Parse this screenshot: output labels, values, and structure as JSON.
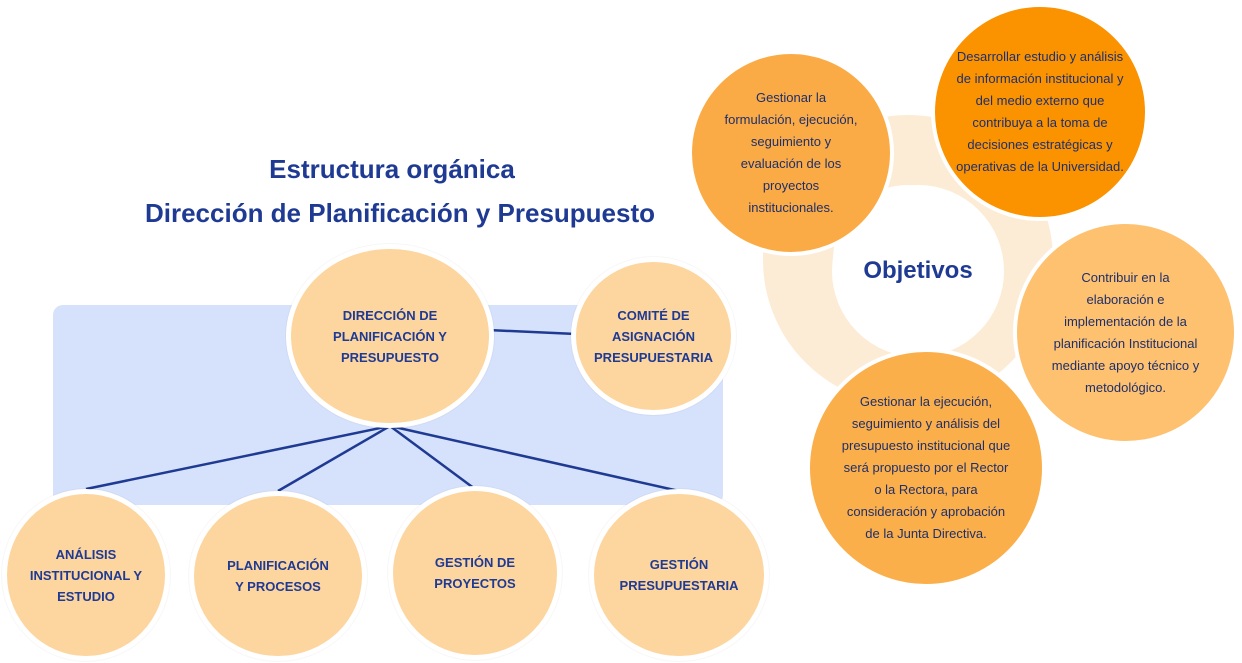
{
  "title": {
    "line1": "Estructura orgánica",
    "line2": "Dirección de Planificación y Presupuesto"
  },
  "org": {
    "main": "DIRECCIÓN DE PLANIFICACIÓN Y PRESUPUESTO",
    "committee": "COMITÉ DE ASIGNACIÓN PRESUPUESTARIA",
    "units": [
      "ANÁLISIS INSTITUCIONAL Y ESTUDIO",
      "PLANIFICACIÓN Y PROCESOS",
      "GESTIÓN DE PROYECTOS",
      "GESTIÓN PRESUPUESTARIA"
    ]
  },
  "objectives": {
    "label": "Objetivos",
    "items": [
      "Gestionar la formulación, ejecución, seguimiento y evaluación de los proyectos institucionales.",
      "Desarrollar estudio y análisis de información institucional y del medio externo que contribuya a la toma de decisiones estratégicas y operativas de la Universidad.",
      "Contribuir en la elaboración e implementación de la planificación Institucional mediante apoyo técnico y metodológico.",
      "Gestionar la ejecución, seguimiento y análisis del presupuesto institucional que será propuesto por el Rector o la Rectora, para consideración y aprobación de la Junta Directiva."
    ]
  },
  "colors": {
    "title": "#1f3a93",
    "panel": "#d6e2fb",
    "node_fill": "#fdd59e",
    "connector": "#1f3a93",
    "objective_1": "#fbab45",
    "objective_2": "#fb9300",
    "objective_3": "#fdc170",
    "objective_4": "#fbaf4a"
  }
}
